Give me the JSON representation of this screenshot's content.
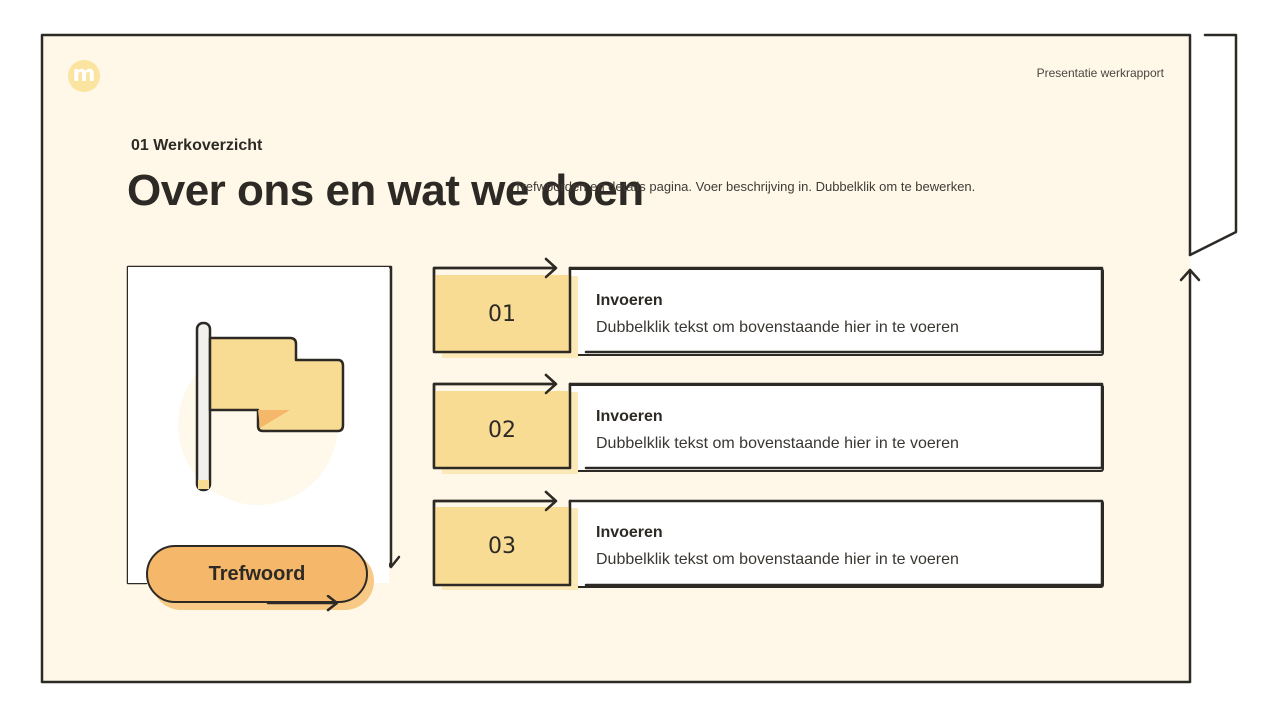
{
  "header": {
    "logo_glyph": "m",
    "brand_text": "Presentatie werkrapport"
  },
  "main": {
    "section_label": "01 Werkoverzicht",
    "headline": "Over ons en wat we doen",
    "subline": "Trefwoorden en details pagina. Voer beschrijving in. Dubbelklik om te bewerken."
  },
  "card": {
    "icon": "flag-icon",
    "keyword_button": "Trefwoord"
  },
  "items": [
    {
      "number": "01",
      "title": "Invoeren",
      "desc": "Dubbelklik tekst om bovenstaande hier in te voeren"
    },
    {
      "number": "02",
      "title": "Invoeren",
      "desc": "Dubbelklik tekst om bovenstaande hier in te voeren"
    },
    {
      "number": "03",
      "title": "Invoeren",
      "desc": "Dubbelklik tekst om bovenstaande hier in te voeren"
    }
  ],
  "colors": {
    "background": "#fff8e8",
    "accent_yellow": "#f9dc94",
    "accent_orange": "#f5b86a",
    "ink": "#2d2a26"
  }
}
